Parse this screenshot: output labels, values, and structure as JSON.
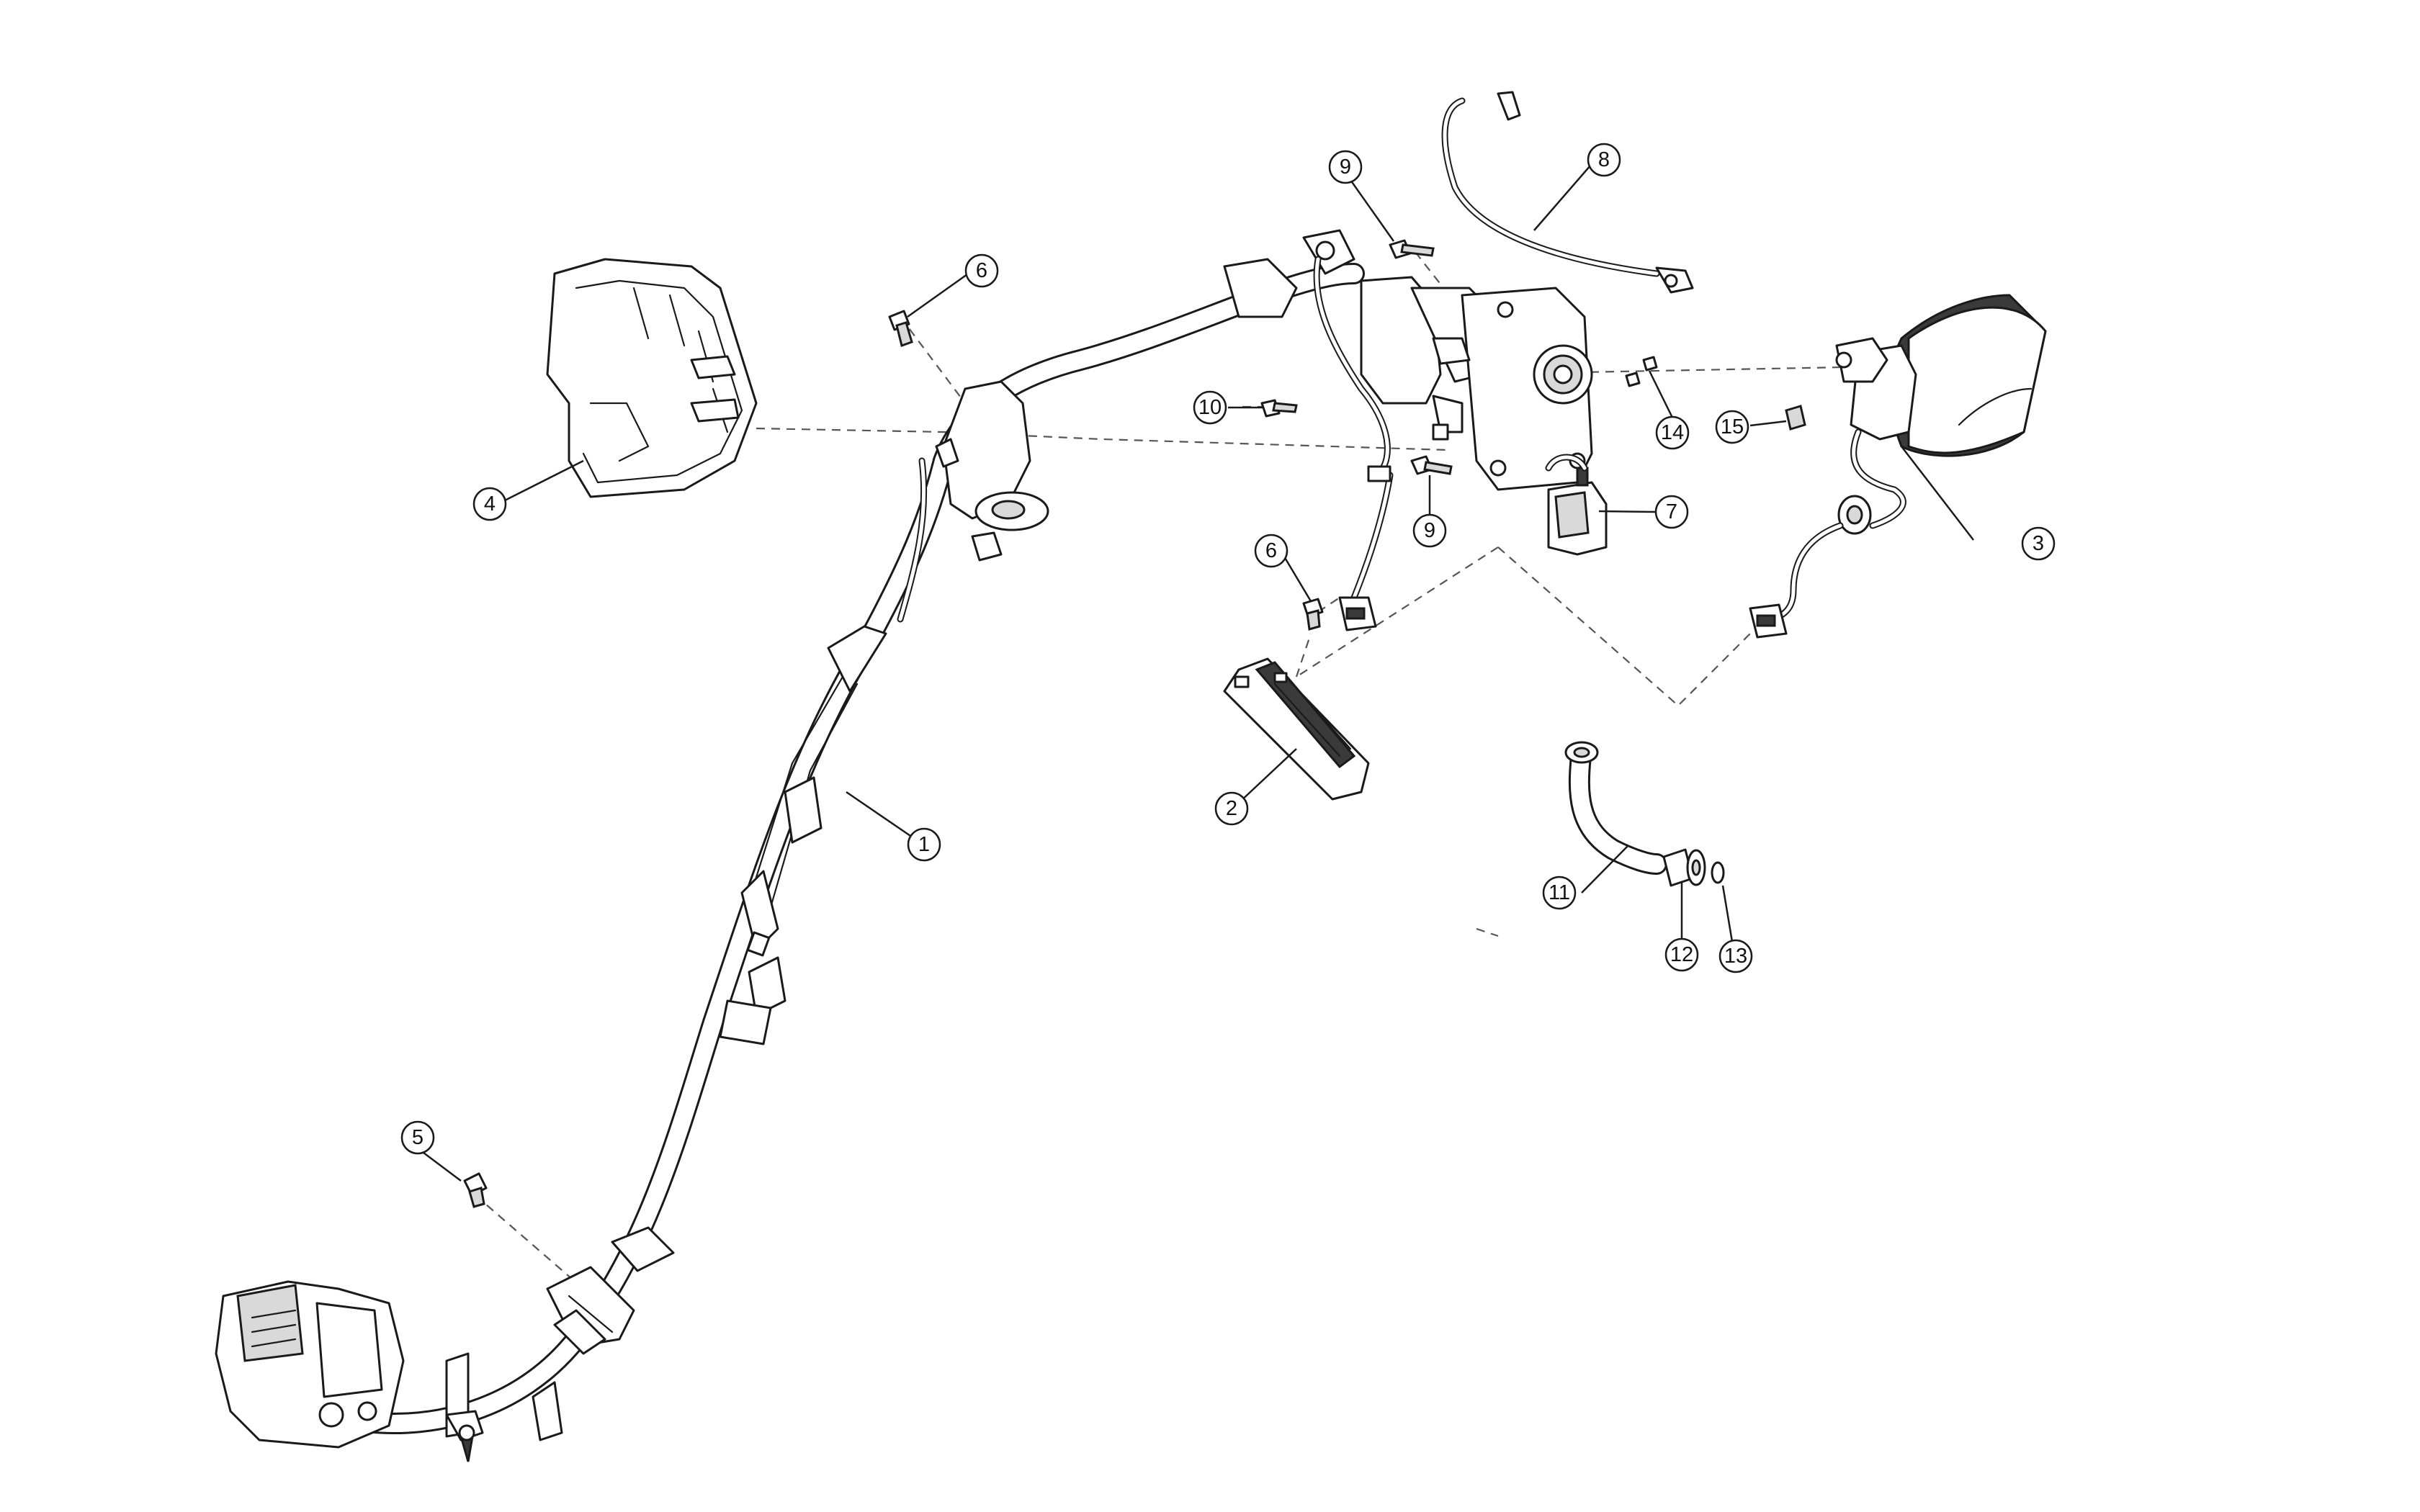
{
  "callouts": [
    {
      "id": "c1",
      "label": "1"
    },
    {
      "id": "c2",
      "label": "2"
    },
    {
      "id": "c3",
      "label": "3"
    },
    {
      "id": "c4",
      "label": "4"
    },
    {
      "id": "c5",
      "label": "5"
    },
    {
      "id": "c6a",
      "label": "6"
    },
    {
      "id": "c6b",
      "label": "6"
    },
    {
      "id": "c7",
      "label": "7"
    },
    {
      "id": "c8",
      "label": "8"
    },
    {
      "id": "c9a",
      "label": "9"
    },
    {
      "id": "c9b",
      "label": "9"
    },
    {
      "id": "c10",
      "label": "10"
    },
    {
      "id": "c11",
      "label": "11"
    },
    {
      "id": "c12",
      "label": "12"
    },
    {
      "id": "c13",
      "label": "13"
    },
    {
      "id": "c14",
      "label": "14"
    },
    {
      "id": "c15",
      "label": "15"
    }
  ]
}
